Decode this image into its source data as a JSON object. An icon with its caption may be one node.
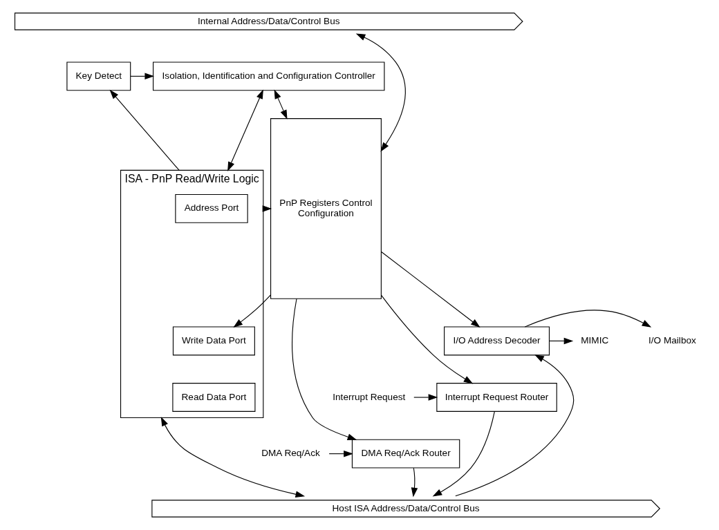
{
  "diagram": {
    "nodes": [
      {
        "text": [
          "Internal Address/Data/Control Bus"
        ]
      },
      {
        "text": [
          "Key Detect"
        ]
      },
      {
        "text": [
          "Isolation, Identification and Configuration Controller"
        ]
      },
      {
        "text": [
          "ISA - PnP Read/Write Logic"
        ]
      },
      {
        "text": [
          "Address Port"
        ],
        "in": 3
      },
      {
        "text": [
          "Write Data Port"
        ],
        "in": 3
      },
      {
        "text": [
          "Read Data Port"
        ],
        "in": 3
      },
      {
        "text": [
          "PnP Registers Control",
          "Configuration"
        ]
      },
      {
        "text": [
          "I/O Address Decoder"
        ]
      },
      {
        "text": [
          "Interrupt Request Router"
        ]
      },
      {
        "text": [
          "DMA Req/Ack Router"
        ]
      },
      {
        "text": [
          "MIMIC"
        ]
      },
      {
        "text": [
          "I/O Mailbox"
        ]
      },
      {
        "text": [
          "Interrupt Request"
        ]
      },
      {
        "text": [
          "DMA Req/Ack"
        ]
      },
      {
        "text": [
          "Host ISA Address/Data/Control Bus"
        ]
      }
    ],
    "edges": [
      {
        "from": 1,
        "to": 2,
        "arrow": "to"
      },
      {
        "from": 3,
        "to": 1,
        "arrow": "to"
      },
      {
        "from": 2,
        "to": 3,
        "arrow": "both"
      },
      {
        "from": 2,
        "to": 7,
        "arrow": "both"
      },
      {
        "from": 0,
        "to": 7,
        "arrow": "both"
      },
      {
        "from": 3,
        "to": 7,
        "arrow": "to"
      },
      {
        "from": 7,
        "to": 5,
        "arrow": "to"
      },
      {
        "from": 7,
        "to": 8,
        "arrow": "to"
      },
      {
        "from": 7,
        "to": 9,
        "arrow": "to"
      },
      {
        "from": 7,
        "to": 10,
        "arrow": "to"
      },
      {
        "from": 15,
        "to": 8,
        "arrow": "to"
      },
      {
        "from": 9,
        "to": 15,
        "arrow": "to"
      },
      {
        "from": 10,
        "to": 15,
        "arrow": "to"
      },
      {
        "from": 3,
        "to": 15,
        "arrow": "both"
      },
      {
        "from": 8,
        "to": 11,
        "arrow": "to"
      },
      {
        "from": 8,
        "to": 12,
        "arrow": "to"
      },
      {
        "from": 13,
        "to": 9,
        "arrow": "to"
      },
      {
        "from": 14,
        "to": 10,
        "arrow": "to"
      }
    ]
  }
}
